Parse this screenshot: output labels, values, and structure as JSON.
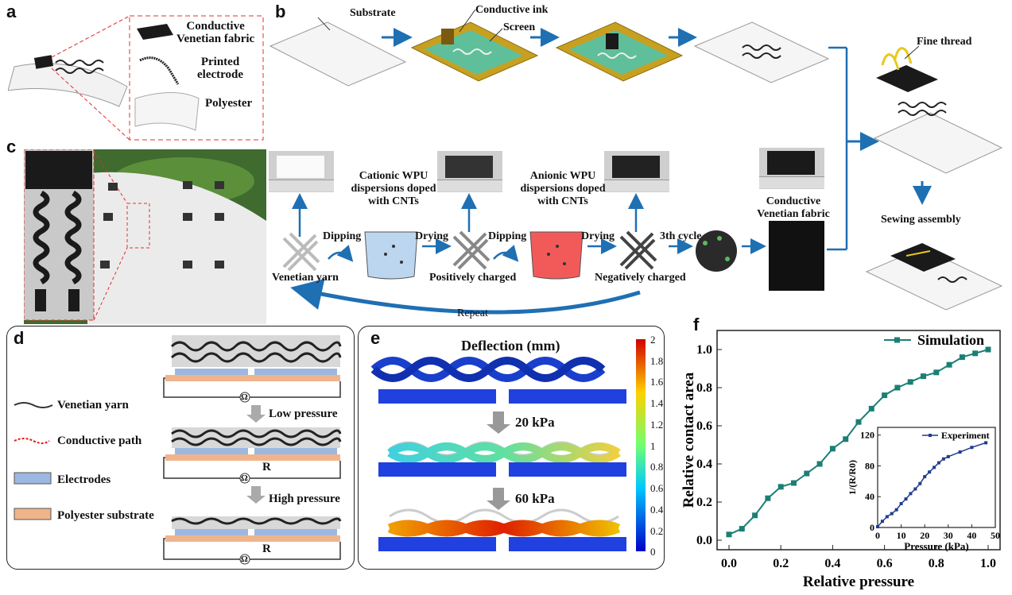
{
  "panels": {
    "a": {
      "label": "a",
      "legend": [
        "Conductive\nVenetian fabric",
        "Printed\nelectrode",
        "Polyester"
      ]
    },
    "b": {
      "label": "b",
      "steps": [
        "Substrate",
        "Conductive ink",
        "Screen",
        "Fine thread",
        "Sewing assembly"
      ]
    },
    "c": {
      "label": "c",
      "cationic": "Cationic WPU\ndispersions doped\nwith CNTs",
      "anionic": "Anionic WPU\ndispersions doped\nwith CNTs",
      "dipping": "Dipping",
      "drying": "Drying",
      "cycle": "3th cycle",
      "venetian_yarn": "Venetian yarn",
      "positively": "Positively charged",
      "negatively": "Negatively charged",
      "conductive_fabric": "Conductive\nVenetian fabric",
      "repeat": "Repeat"
    },
    "d": {
      "label": "d",
      "legend": [
        "Venetian yarn",
        "Conductive path",
        "Electrodes",
        "Polyester substrate"
      ],
      "low": "Low pressure",
      "high": "High pressure",
      "r": "R",
      "ohm": "Ω"
    },
    "e": {
      "label": "e",
      "title": "Deflection (mm)",
      "p1": "20 kPa",
      "p2": "60 kPa",
      "colorbar_ticks": [
        "2",
        "1.8",
        "1.6",
        "1.4",
        "1.2",
        "1",
        "0.8",
        "0.6",
        "0.4",
        "0.2",
        "0"
      ]
    },
    "f": {
      "label": "f"
    }
  },
  "colors": {
    "arrow_blue": "#1f6fb3",
    "electrode": "#9db8e0",
    "substrate": "#f0b48c",
    "frame": "#c8a020",
    "teal": "#1b7f73",
    "navy": "#1f3d8f"
  },
  "chart_data": [
    {
      "type": "line",
      "title": "",
      "xlabel": "Relative pressure",
      "ylabel": "Relative contact area",
      "xlim": [
        0.0,
        1.0
      ],
      "ylim": [
        -0.05,
        1.1
      ],
      "xticks": [
        "0.0",
        "0.2",
        "0.4",
        "0.6",
        "0.8",
        "1.0"
      ],
      "yticks": [
        "0.0",
        "0.2",
        "0.4",
        "0.6",
        "0.8",
        "1.0"
      ],
      "legend": "top-right",
      "series": [
        {
          "name": "Simulation",
          "x": [
            0.0,
            0.05,
            0.1,
            0.15,
            0.2,
            0.25,
            0.3,
            0.35,
            0.4,
            0.45,
            0.5,
            0.55,
            0.6,
            0.65,
            0.7,
            0.75,
            0.8,
            0.85,
            0.9,
            0.95,
            1.0
          ],
          "y": [
            0.03,
            0.06,
            0.13,
            0.22,
            0.28,
            0.3,
            0.35,
            0.4,
            0.48,
            0.53,
            0.62,
            0.69,
            0.76,
            0.8,
            0.83,
            0.86,
            0.88,
            0.92,
            0.96,
            0.98,
            1.0
          ]
        }
      ]
    },
    {
      "type": "line",
      "title": "",
      "xlabel": "Pressure (kPa)",
      "ylabel": "1/(R/R0)",
      "xlim": [
        0,
        50
      ],
      "ylim": [
        0,
        130
      ],
      "xticks": [
        "0",
        "10",
        "20",
        "30",
        "40",
        "50"
      ],
      "yticks": [
        "0",
        "40",
        "80",
        "120"
      ],
      "legend": "top-right",
      "series": [
        {
          "name": "Experiment",
          "x": [
            0,
            2,
            4,
            6,
            8,
            10,
            12,
            14,
            16,
            18,
            20,
            22,
            24,
            26,
            28,
            30,
            35,
            40,
            46
          ],
          "y": [
            1,
            8,
            14,
            18,
            23,
            31,
            37,
            44,
            50,
            57,
            66,
            72,
            78,
            84,
            89,
            92,
            98,
            104,
            110
          ]
        }
      ]
    }
  ]
}
